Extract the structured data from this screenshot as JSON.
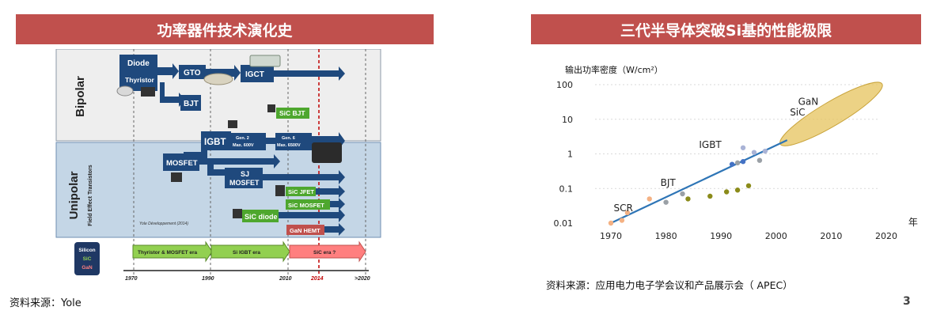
{
  "left": {
    "title": "功率器件技术演化史",
    "source": "资料来源：Yole",
    "bands": {
      "bipolar": "Bipolar",
      "unipolar": "Unipolar",
      "unipolar_sub": "Field Effect Transistors"
    },
    "devices": {
      "diode": "Diode",
      "thyristor": "Thyristor",
      "gto": "GTO",
      "igct": "IGCT",
      "bjt": "BJT",
      "sic_bjt": "SiC BJT",
      "igbt": "IGBT",
      "gen2_a": "Gen. 2",
      "gen2_b": "Max. 600V",
      "gen6_a": "Gen. 6",
      "gen6_b": "Max. 6500V",
      "dash": "...",
      "mosfet": "MOSFET",
      "sj_a": "SJ",
      "sj_b": "MOSFET",
      "sic_jfet": "SiC JFET",
      "sic_mosfet": "SiC MOSFET",
      "sic_diode": "SiC diode",
      "gan_hemt": "GaN HEMT"
    },
    "credit": "Yole Développement (2014)",
    "materials": [
      "Silicon",
      "SiC",
      "GaN"
    ],
    "eras": [
      "Thyristor & MOSFET era",
      "Si IGBT era",
      "SiC era ?"
    ],
    "years": [
      "1970",
      "1990",
      "2010",
      "2014",
      ">2020"
    ],
    "colors": {
      "box": "#1f497d",
      "green": "#4ea72e",
      "red": "#c0504d",
      "era_green": "#92d050",
      "era_red": "#ff7f7f"
    }
  },
  "right": {
    "title": "三代半导体突破Si基的性能极限",
    "source": "资料来源：应用电力电子学会议和产品展示会（ APEC）",
    "page_number": "3"
  },
  "chart_data": {
    "type": "scatter",
    "ylabel": "输出功率密度（W/cm²）",
    "xlabel": "年",
    "yscale": "log",
    "ylim": [
      0.01,
      100
    ],
    "xlim": [
      1965,
      2025
    ],
    "yticks": [
      "0.01",
      "0.1",
      "1",
      "10",
      "100"
    ],
    "xticks": [
      "1970",
      "1980",
      "1990",
      "2000",
      "2010",
      "2020"
    ],
    "annotations": [
      "SCR",
      "BJT",
      "IGBT",
      "SiC",
      "GaN"
    ],
    "series": [
      {
        "color": "#f4b183",
        "x": [
          1970,
          1972,
          1973,
          1977
        ],
        "y": [
          0.01,
          0.012,
          0.02,
          0.05
        ]
      },
      {
        "color": "#9aa0a6",
        "x": [
          1980,
          1983,
          1993,
          1997
        ],
        "y": [
          0.04,
          0.07,
          0.55,
          0.65
        ]
      },
      {
        "color": "#8b8b1a",
        "x": [
          1984,
          1988,
          1991,
          1993,
          1995
        ],
        "y": [
          0.05,
          0.06,
          0.08,
          0.09,
          0.12
        ]
      },
      {
        "color": "#4472c4",
        "x": [
          1992,
          1994
        ],
        "y": [
          0.5,
          0.6
        ]
      },
      {
        "color": "#a9b3d6",
        "x": [
          1994,
          1996,
          1998
        ],
        "y": [
          1.5,
          1.1,
          1.2
        ]
      }
    ],
    "trend_line": {
      "x": [
        1970,
        2002
      ],
      "y": [
        0.01,
        2.5
      ]
    },
    "ellipse_label_color": "#e6c35c"
  }
}
